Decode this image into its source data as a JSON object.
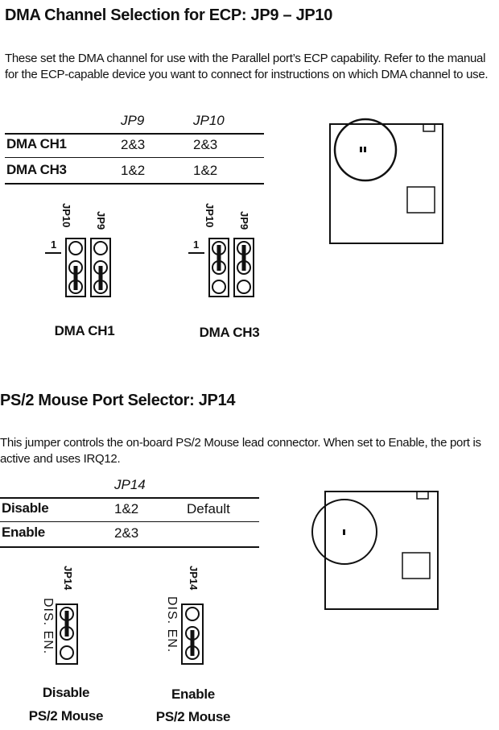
{
  "dma": {
    "title": "DMA Channel Selection for ECP: JP9 – JP10",
    "description": "These set the DMA channel for use with the Parallel port’s ECP capability. Refer to the manual for the ECP-capable device you want to connect for instructions on which DMA channel to use.",
    "table": {
      "headers": [
        "JP9",
        "JP10"
      ],
      "rows": [
        {
          "label": "DMA CH1",
          "jp9": "2&3",
          "jp10": "2&3"
        },
        {
          "label": "DMA CH3",
          "jp9": "1&2",
          "jp10": "1&2"
        }
      ]
    },
    "diagrams": {
      "jp10_label": "JP10",
      "jp9_label": "JP9",
      "pin1_marker": "1",
      "caption_ch1": "DMA CH1",
      "caption_ch3": "DMA CH3"
    }
  },
  "ps2": {
    "title": "PS/2 Mouse Port Selector: JP14",
    "description": "This jumper controls the on-board PS/2 Mouse lead connector. When set to Enable, the port is active and uses IRQ12.",
    "table": {
      "header": "JP14",
      "rows": [
        {
          "label": "Disable",
          "value": "1&2",
          "note": "Default"
        },
        {
          "label": "Enable",
          "value": "2&3",
          "note": ""
        }
      ]
    },
    "diagrams": {
      "jp14_label": "JP14",
      "dis_en_label": "DIS. EN.",
      "caption_disable_line1": "Disable",
      "caption_disable_line2": "PS/2 Mouse",
      "caption_enable_line1": "Enable",
      "caption_enable_line2": "PS/2 Mouse"
    }
  }
}
